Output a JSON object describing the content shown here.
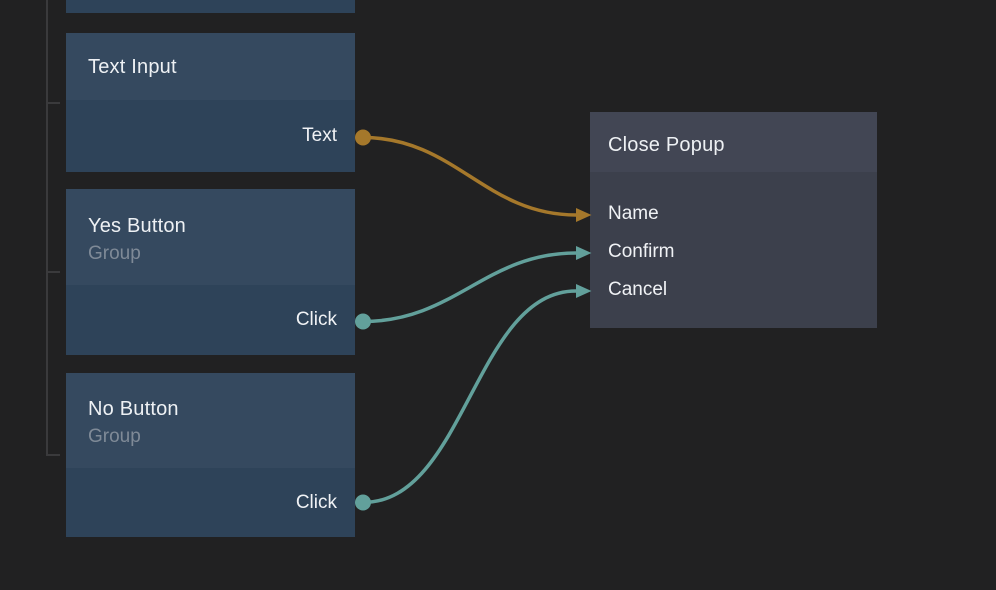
{
  "canvas": {
    "background": "#212122"
  },
  "colors": {
    "left_node_header": "#35495f",
    "left_node_body": "#2e4359",
    "popup_header": "#424654",
    "popup_body": "#3c404c",
    "title_text": "#eef1f4",
    "subtitle_text": "#7f8a97",
    "port_label_text": "#f0f2f5",
    "wire_text": "#a5782b",
    "wire_event": "#62a09b",
    "bracket_line": "#3a3a3c"
  },
  "nodes": {
    "text_input": {
      "title": "Text Input",
      "outputs": [
        {
          "label": "Text"
        }
      ]
    },
    "yes_button": {
      "title": "Yes Button",
      "subtitle": "Group",
      "outputs": [
        {
          "label": "Click"
        }
      ]
    },
    "no_button": {
      "title": "No Button",
      "subtitle": "Group",
      "outputs": [
        {
          "label": "Click"
        }
      ]
    },
    "close_popup": {
      "title": "Close Popup",
      "inputs": [
        {
          "label": "Name"
        },
        {
          "label": "Confirm"
        },
        {
          "label": "Cancel"
        }
      ]
    }
  },
  "connections": [
    {
      "from": "Text Input / Text",
      "to": "Close Popup / Name",
      "color_key": "wire_text"
    },
    {
      "from": "Yes Button / Click",
      "to": "Close Popup / Confirm",
      "color_key": "wire_event"
    },
    {
      "from": "No Button / Click",
      "to": "Close Popup / Cancel",
      "color_key": "wire_event"
    }
  ]
}
